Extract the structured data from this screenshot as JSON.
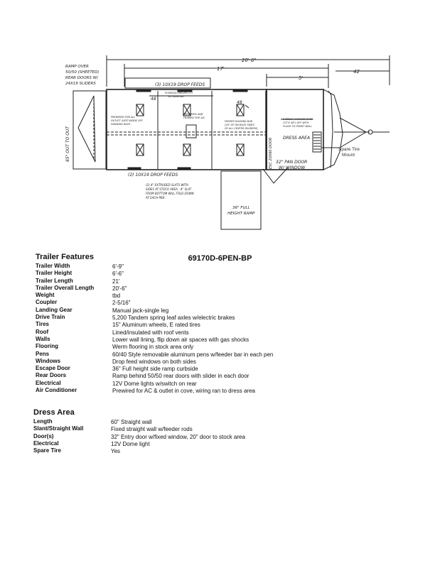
{
  "drawing": {
    "dim_overall": "20' 6\"",
    "dim_17": "17'",
    "dim_42": "42",
    "dim_5": "5'",
    "dim_48a": "48",
    "dim_48b": "48",
    "ramp_note": [
      "RAMP OVER",
      "50/50 (SHEETED)",
      "REAR DOORS W/",
      "24X19 SLIDERS"
    ],
    "top_feed": "(3) 10X19 DROP FEEDS",
    "bottom_feed": "(2) 10X19 DROP FEEDS",
    "out_to_out": "85\" OUT TO OUT",
    "dress_area": "DRESS AREA",
    "pan_door": [
      "32\" PAN DOOR",
      "W/ WINDOW"
    ],
    "escape_door": "ESC 20X60 DOOR",
    "spare_tire": [
      "Spare Tire",
      "Mount"
    ],
    "ramp_full": [
      "36\" FULL",
      "HEIGHT RAMP"
    ],
    "escape_note": [
      "(2) 4\" EXTRUDED SLATS WITH",
      "SIDES AT STOCK AREA - 4\" SLAT",
      "FROM BOTTOM WILL FOLD DOWN",
      "AT EACH PEN"
    ],
    "note_stall": [
      "PREWIRED FOR ALL",
      "OUTLET GATE INSIDE OFF",
      "HANGING RACK"
    ],
    "note_center": [
      "PREWIRED AND",
      "FRAMED FOR A/C"
    ],
    "note_roof": [
      "PLYWOOD SHELVES (7')",
      "3/4 PANELING"
    ],
    "note_feeder": [
      "FEEDER RACKING BAR",
      "(16\" UP ON BACK SIDES",
      "OF ALL CENTER DIVIDERS)"
    ],
    "note_saddle": [
      "SADDLE HANGING BARS",
      "(72\"X 48\") OFF WITH",
      "FLASH TO FRONT WALL"
    ]
  },
  "model_number": "69170D-6PEN-BP",
  "trailer_features": {
    "title": "Trailer Features",
    "rows": [
      {
        "label": "Trailer Width",
        "value": "6'-9\""
      },
      {
        "label": "Trailer Height",
        "value": "6'-6\""
      },
      {
        "label": "Trailer Length",
        "value": "21'"
      },
      {
        "label": "Trailer Overall Length",
        "value": "20'-6\""
      },
      {
        "label": "Weight",
        "value": "tbd"
      },
      {
        "label": "Coupler",
        "value": "2-5/16\""
      },
      {
        "label": "Landing Gear",
        "value": "Manual jack-single leg"
      },
      {
        "label": "Drive Train",
        "value": "5,200 Tandem spring leaf axles w/electric brakes"
      },
      {
        "label": "Tires",
        "value": "15\" Aluminum wheels, E rated tires"
      },
      {
        "label": "Roof",
        "value": "Lined/insulated with roof vents"
      },
      {
        "label": "Walls",
        "value": "Lower wall lining, flip down air spaces with gas shocks"
      },
      {
        "label": "Flooring",
        "value": "Werm flooring in stock area only"
      },
      {
        "label": "Pens",
        "value": "60/40 Style removable aluminum pens w/feeder bar in each pen"
      },
      {
        "label": "Windows",
        "value": "Drop feed windows on both sides"
      },
      {
        "label": "Escape Door",
        "value": "36\" Full height side ramp curbside"
      },
      {
        "label": "Rear Doors",
        "value": "Ramp behind 50/50 rear doors with slider in each door"
      },
      {
        "label": "Electrical",
        "value": "12V Dome lights w/switch on rear"
      },
      {
        "label": "Air Conditioner",
        "value": "Prewired for AC & outlet in cove, wiring ran to dress area"
      }
    ]
  },
  "dress_area": {
    "title": "Dress Area",
    "rows": [
      {
        "label": "Length",
        "value": "60\" Straight wall"
      },
      {
        "label": "Slant/Straight Wall",
        "value": "Fixed straight wall w/feeder rods"
      },
      {
        "label": "Door(s)",
        "value": "32\" Entry door w/fixed window, 20\" door to stock area"
      },
      {
        "label": "Electrical",
        "value": "12V Dome light"
      },
      {
        "label": "Spare Tire",
        "value": "Yes"
      }
    ]
  }
}
